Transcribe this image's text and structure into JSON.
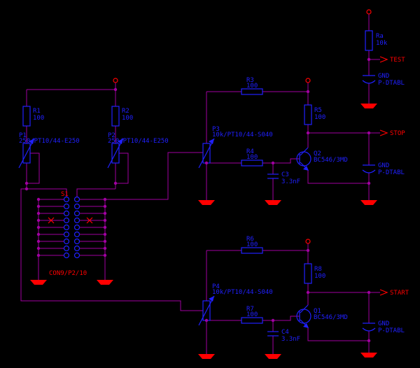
{
  "colors": {
    "background": "#000000",
    "wire": "#a000a0",
    "symbol": "#2020ff",
    "component_text": "#2020ff",
    "net_text": "#ff0000",
    "ground": "#ff0000",
    "terminal": "#ff0000",
    "junction": "#a000a0"
  },
  "components": {
    "r1": {
      "name": "R1",
      "value": "100"
    },
    "r2": {
      "name": "R2",
      "value": "100"
    },
    "p1": {
      "name": "P1",
      "value": "250/PT10/44-E250"
    },
    "p2": {
      "name": "P2",
      "value": "250/PT10/44-E250"
    },
    "r3": {
      "name": "R3",
      "value": "100"
    },
    "r4": {
      "name": "R4",
      "value": "100"
    },
    "r5": {
      "name": "R5",
      "value": "100"
    },
    "p3": {
      "name": "P3",
      "value": "10k/PT10/44-S040"
    },
    "c3": {
      "name": "C3",
      "value": "3.3nF"
    },
    "q2": {
      "name": "Q2",
      "value": "BC546/3MD"
    },
    "r6": {
      "name": "R6",
      "value": "100"
    },
    "r7": {
      "name": "R7",
      "value": "100"
    },
    "r8": {
      "name": "R8",
      "value": "100"
    },
    "p4": {
      "name": "P4",
      "value": "10k/PT10/44-S040"
    },
    "c4": {
      "name": "C4",
      "value": "3.3nF"
    },
    "q1": {
      "name": "Q1",
      "value": "BC546/3MD"
    },
    "ra": {
      "name": "Ra",
      "value": "10k"
    },
    "pad_test": {
      "name": "GND",
      "value": "P-DTABL"
    },
    "pad_stop": {
      "name": "GND",
      "value": "P-DTABL"
    },
    "pad_start": {
      "name": "GND",
      "value": "P-DTABL"
    },
    "connector": {
      "name": "S1",
      "value": "CON9/P2/10"
    }
  },
  "nets": {
    "test": "TEST",
    "stop": "STOP",
    "start": "START"
  }
}
